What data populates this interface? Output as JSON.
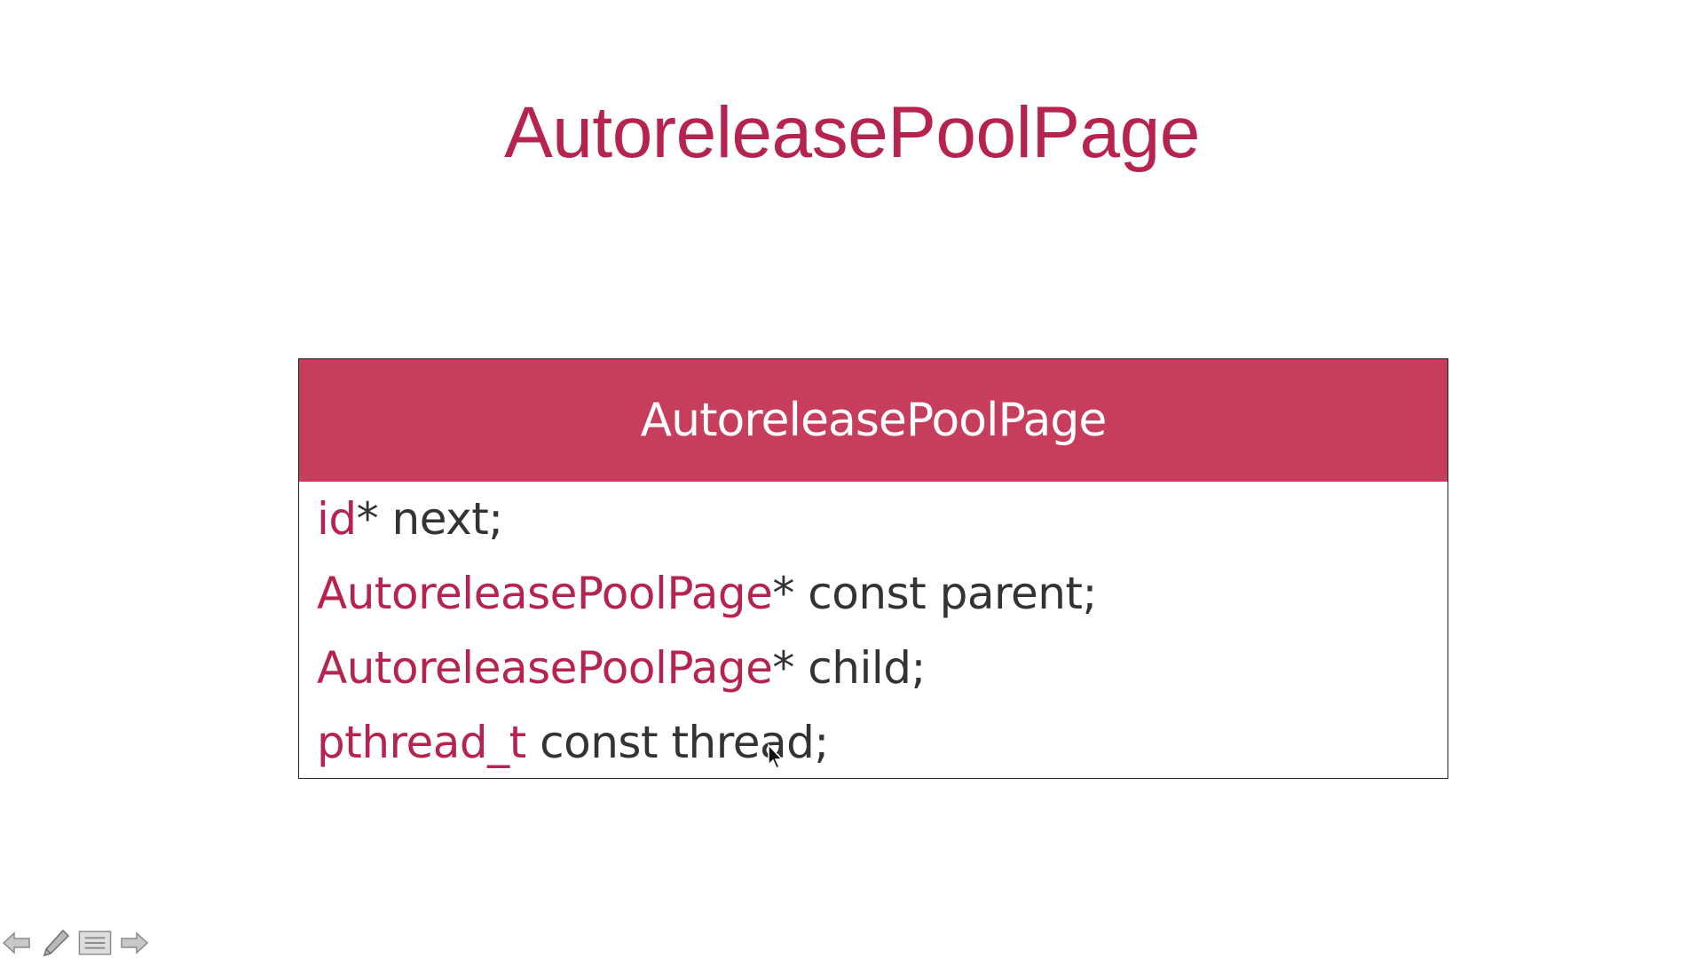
{
  "slide": {
    "title": "AutoreleasePoolPage",
    "accent_color": "#b5234e",
    "header_color": "#c63e5c"
  },
  "class_box": {
    "name": "AutoreleasePoolPage",
    "members": [
      {
        "type": "id",
        "rest": "* next;"
      },
      {
        "type": "AutoreleasePoolPage",
        "rest": "* const parent;"
      },
      {
        "type": "AutoreleasePoolPage",
        "rest": "* child;"
      },
      {
        "type": "pthread_t",
        "rest": " const thread;"
      }
    ]
  },
  "nav_bar": {
    "buttons": [
      {
        "name": "previous-slide-button",
        "icon": "arrow-left-icon"
      },
      {
        "name": "pen-button",
        "icon": "pen-icon"
      },
      {
        "name": "slide-menu-button",
        "icon": "menu-icon"
      },
      {
        "name": "next-slide-button",
        "icon": "arrow-right-icon"
      }
    ]
  }
}
